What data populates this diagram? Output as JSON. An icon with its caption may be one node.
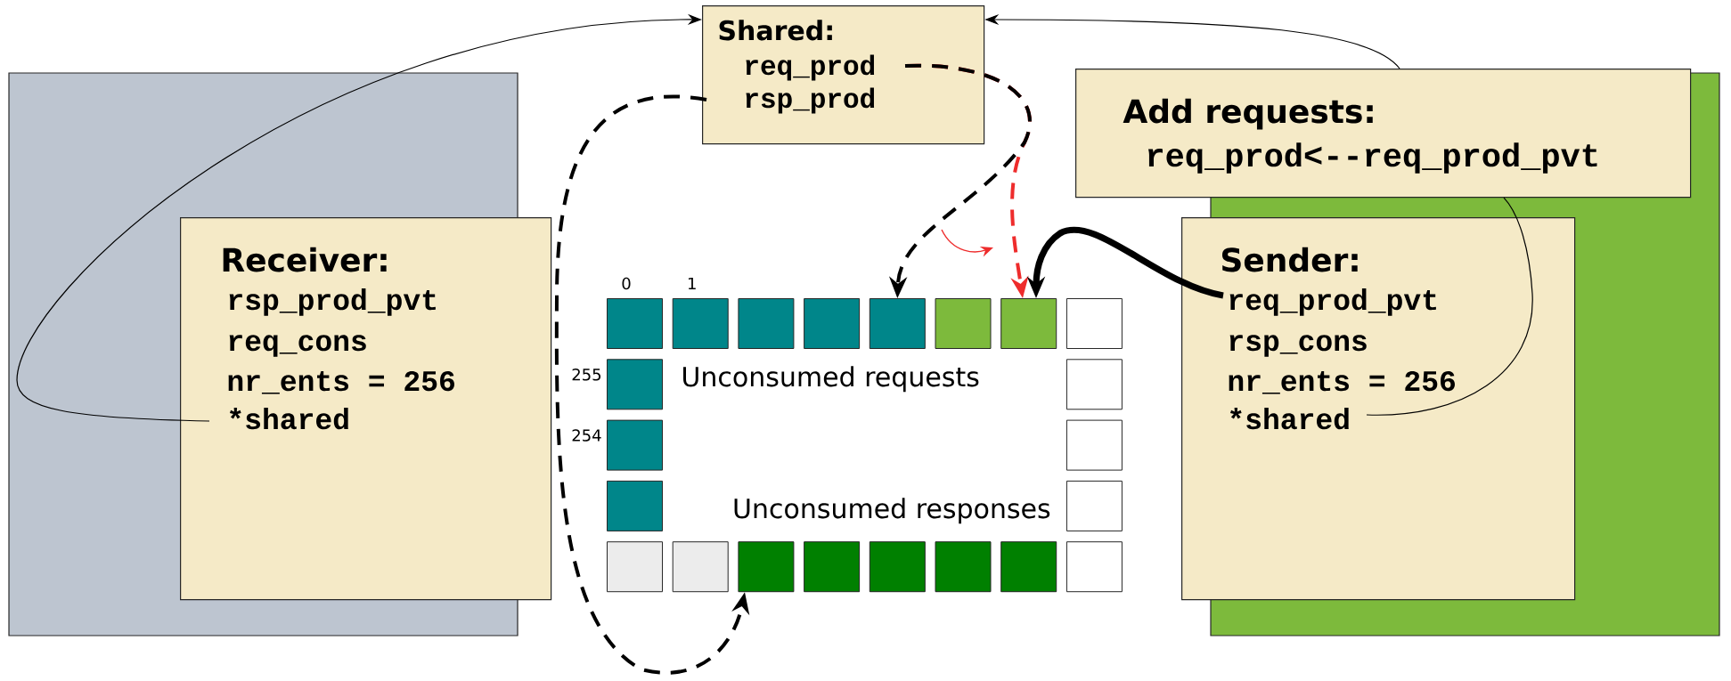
{
  "diagram": {
    "nodes": [
      {
        "text": [
          "Shared:",
          "req_prod",
          "rsp_prod"
        ]
      },
      {
        "text": [
          "Add requests:",
          "req_prod<--req_prod_pvt"
        ]
      },
      {
        "text": [
          "Receiver:",
          "rsp_prod_pvt",
          "req_cons",
          "nr_ents = 256",
          "*shared"
        ]
      },
      {
        "text": [
          "Sender:",
          "req_prod_pvt",
          "rsp_cons",
          "nr_ents = 256",
          "*shared"
        ]
      },
      {
        "text": [],
        "shape": "box",
        "beside": [
          "0"
        ]
      },
      {
        "text": [],
        "shape": "box",
        "beside": [
          "1"
        ]
      },
      {
        "text": [],
        "shape": "box"
      },
      {
        "text": [],
        "shape": "box"
      },
      {
        "text": [],
        "shape": "box"
      },
      {
        "text": [],
        "shape": "box"
      },
      {
        "text": [],
        "shape": "box"
      },
      {
        "text": [],
        "shape": "box"
      },
      {
        "text": [],
        "shape": "box",
        "beside": [
          "255"
        ]
      },
      {
        "text": [],
        "shape": "box"
      },
      {
        "text": [],
        "shape": "box",
        "beside": [
          "254"
        ]
      },
      {
        "text": [],
        "shape": "box"
      },
      {
        "text": [],
        "shape": "box"
      },
      {
        "text": [],
        "shape": "box"
      },
      {
        "text": [],
        "shape": "box"
      },
      {
        "text": [],
        "shape": "box"
      },
      {
        "text": [],
        "shape": "box"
      },
      {
        "text": [],
        "shape": "box"
      },
      {
        "text": [],
        "shape": "box"
      },
      {
        "text": [],
        "shape": "box"
      },
      {
        "text": [],
        "shape": "box"
      },
      {
        "text": [],
        "shape": "box"
      }
    ],
    "edges": [
      {
        "from": 2,
        "to": 0,
        "arrow": "to"
      },
      {
        "from": 1,
        "to": 0,
        "arrow": "to"
      },
      {
        "from": 3,
        "to": 1,
        "arrow": "none"
      },
      {
        "from": 0,
        "to": 10,
        "arrow": "to",
        "style": "dashed",
        "color": "#ee2c2c"
      },
      {
        "from": 0,
        "to": 8,
        "arrow": "to",
        "style": "dashed"
      },
      {
        "from": 3,
        "to": 10,
        "arrow": "to",
        "style": "thick"
      },
      {
        "from": 0,
        "to": 20,
        "arrow": "to",
        "style": "dashed"
      }
    ],
    "labels": [
      "Unconsumed requests",
      "Unconsumed responses"
    ]
  }
}
